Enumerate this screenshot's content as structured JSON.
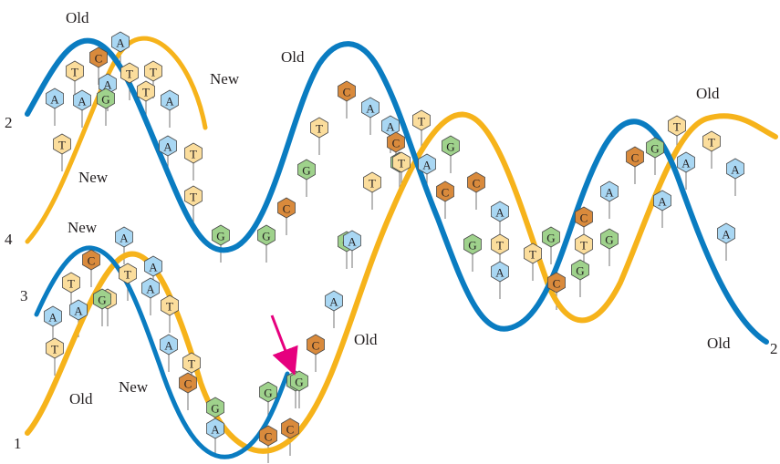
{
  "labels": {
    "old_top_left": "Old",
    "new_top": "New",
    "old_top_mid": "Old",
    "new_top_left_lower": "New",
    "old_right_top": "Old",
    "new_bottom_left": "New",
    "old_center": "Old",
    "old_bottom_left": "Old",
    "new_bottom_mid": "New",
    "old_right_bottom": "Old"
  },
  "strand_numbers": {
    "n2_left": "2",
    "n4_left": "4",
    "n3_left": "3",
    "n1_left": "1",
    "n2_right": "2"
  },
  "colors": {
    "strand_blue": "#0a7cc1",
    "strand_orange": "#f6b31b",
    "base_A": "#a9d7f3",
    "base_T": "#fbdd9c",
    "base_G": "#9fd28c",
    "base_C": "#d98a3c",
    "arrow": "#e6007e"
  },
  "bases": {
    "top_fork": [
      {
        "t": "A"
      },
      {
        "t": "T"
      },
      {
        "t": "C"
      },
      {
        "t": "A"
      },
      {
        "t": "A"
      },
      {
        "t": "T"
      },
      {
        "t": "G"
      },
      {
        "t": "A"
      },
      {
        "t": "T"
      },
      {
        "t": "T"
      },
      {
        "t": "A"
      },
      {
        "t": "T"
      },
      {
        "t": "A"
      },
      {
        "t": "T"
      },
      {
        "t": "T"
      }
    ],
    "bottom_fork": [
      {
        "t": "C"
      },
      {
        "t": "A"
      },
      {
        "t": "T"
      },
      {
        "t": "A"
      },
      {
        "t": "T"
      },
      {
        "t": "G"
      },
      {
        "t": "A"
      },
      {
        "t": "A"
      },
      {
        "t": "T"
      },
      {
        "t": "T"
      },
      {
        "t": "A"
      },
      {
        "t": "A"
      },
      {
        "t": "T"
      },
      {
        "t": "C"
      },
      {
        "t": "G"
      },
      {
        "t": "A"
      },
      {
        "t": "T"
      }
    ],
    "free_strand": [
      {
        "t": "G"
      },
      {
        "t": "G"
      },
      {
        "t": "C"
      },
      {
        "t": "G"
      },
      {
        "t": "T"
      },
      {
        "t": "C"
      },
      {
        "t": "A"
      },
      {
        "t": "G"
      },
      {
        "t": "A"
      },
      {
        "t": "C"
      },
      {
        "t": "G"
      },
      {
        "t": "G"
      },
      {
        "t": "C"
      },
      {
        "t": "G"
      },
      {
        "t": "C"
      }
    ],
    "helix": [
      {
        "t": "A"
      },
      {
        "t": "T"
      },
      {
        "t": "A"
      },
      {
        "t": "T"
      },
      {
        "t": "G"
      },
      {
        "t": "C"
      },
      {
        "t": "C"
      },
      {
        "t": "T"
      },
      {
        "t": "G"
      },
      {
        "t": "A"
      },
      {
        "t": "A"
      },
      {
        "t": "G"
      },
      {
        "t": "T"
      },
      {
        "t": "A"
      },
      {
        "t": "T"
      },
      {
        "t": "C"
      },
      {
        "t": "G"
      },
      {
        "t": "C"
      },
      {
        "t": "C"
      },
      {
        "t": "G"
      },
      {
        "t": "A"
      },
      {
        "t": "G"
      },
      {
        "t": "C"
      },
      {
        "t": "T"
      },
      {
        "t": "G"
      },
      {
        "t": "A"
      },
      {
        "t": "T"
      },
      {
        "t": "A"
      },
      {
        "t": "T"
      },
      {
        "t": "A"
      },
      {
        "t": "A"
      }
    ]
  }
}
